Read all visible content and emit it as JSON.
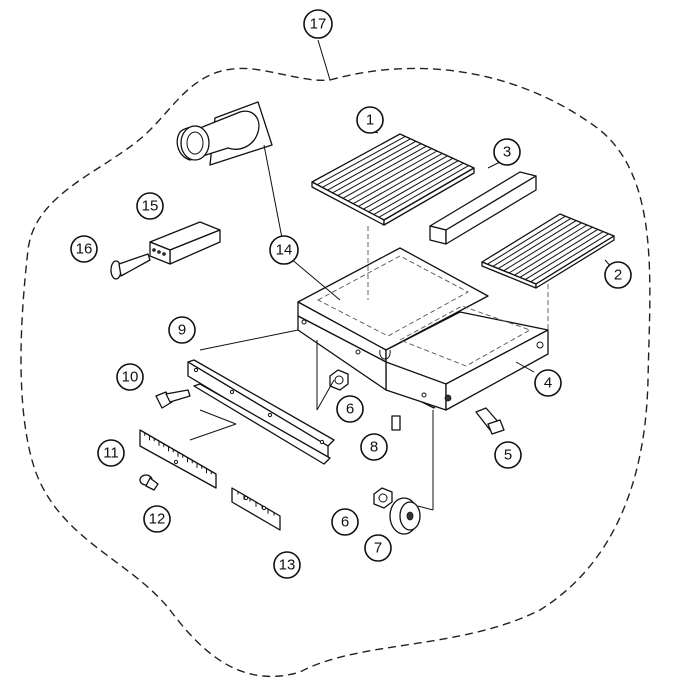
{
  "callouts": [
    {
      "id": "17",
      "label": "17"
    },
    {
      "id": "1",
      "label": "1"
    },
    {
      "id": "3",
      "label": "3"
    },
    {
      "id": "2",
      "label": "2"
    },
    {
      "id": "15",
      "label": "15"
    },
    {
      "id": "16",
      "label": "16"
    },
    {
      "id": "14",
      "label": "14"
    },
    {
      "id": "9",
      "label": "9"
    },
    {
      "id": "10",
      "label": "10"
    },
    {
      "id": "6a",
      "label": "6"
    },
    {
      "id": "4",
      "label": "4"
    },
    {
      "id": "8",
      "label": "8"
    },
    {
      "id": "5",
      "label": "5"
    },
    {
      "id": "11",
      "label": "11"
    },
    {
      "id": "12",
      "label": "12"
    },
    {
      "id": "6b",
      "label": "6"
    },
    {
      "id": "7",
      "label": "7"
    },
    {
      "id": "13",
      "label": "13"
    }
  ]
}
